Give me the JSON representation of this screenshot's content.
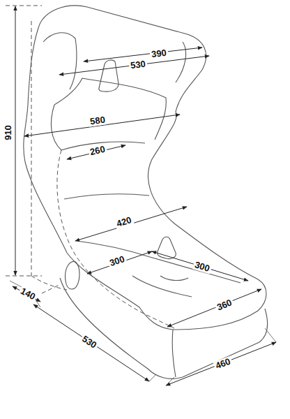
{
  "diagram": {
    "labels": [
      "390",
      "530",
      "910",
      "580",
      "260",
      "420",
      "300",
      "300",
      "360",
      "140",
      "530",
      "460"
    ]
  }
}
